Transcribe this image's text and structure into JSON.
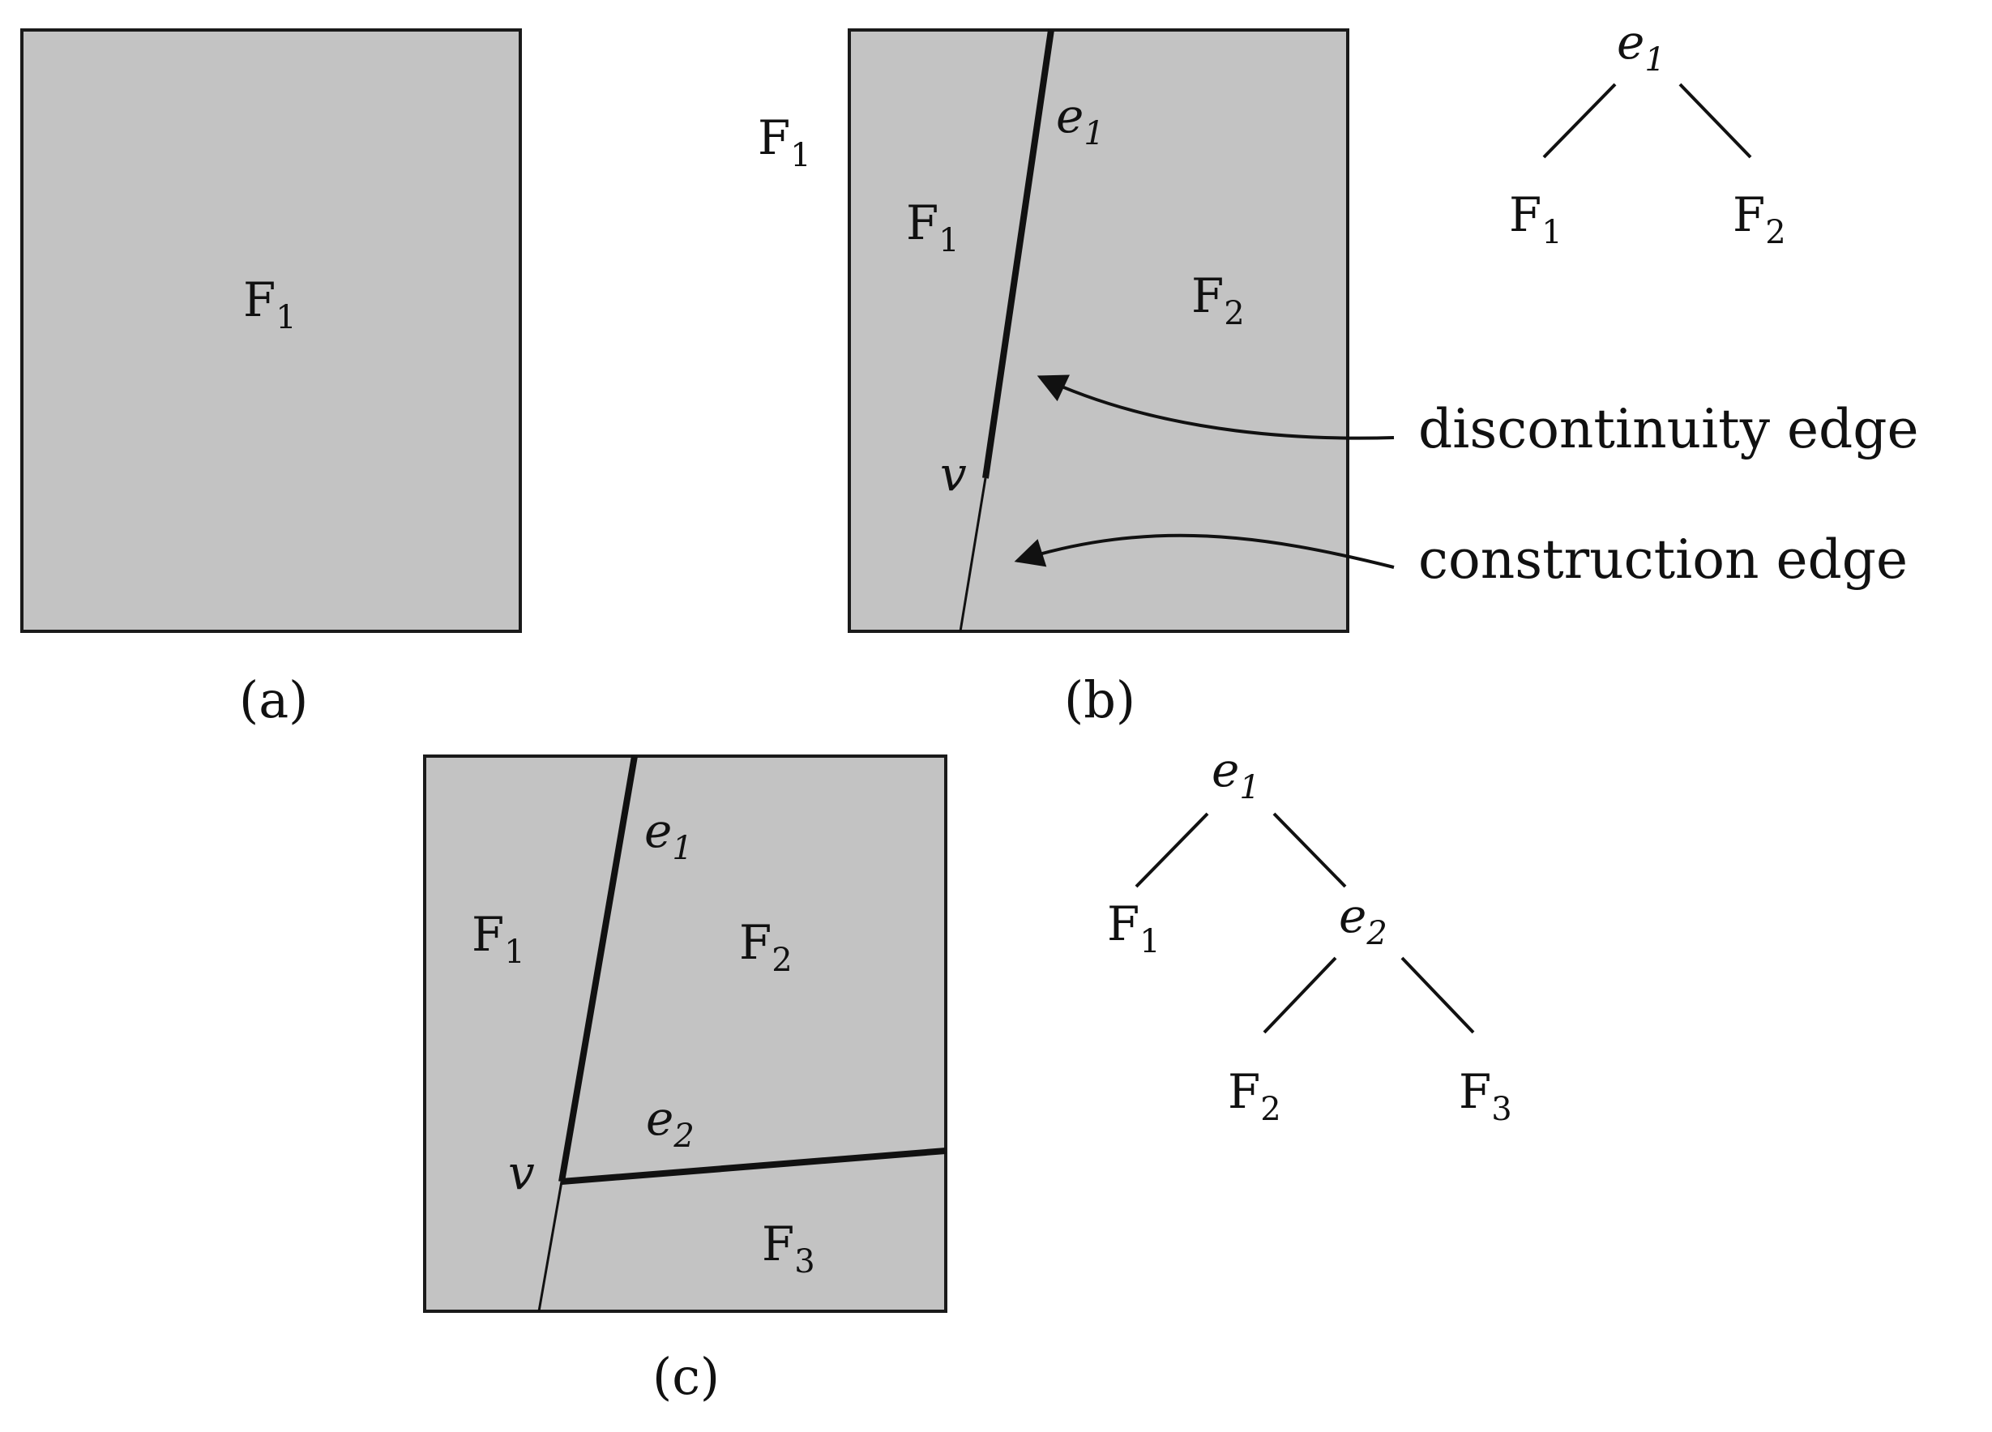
{
  "colors": {
    "panel_fill": "#c3c3c3",
    "stroke": "#1a1a1a",
    "background": "#ffffff"
  },
  "panel_a": {
    "face": {
      "base": "F",
      "sub": "1"
    },
    "caption": "(a)"
  },
  "panel_b": {
    "outside_face": {
      "base": "F",
      "sub": "1"
    },
    "left_face": {
      "base": "F",
      "sub": "1"
    },
    "right_face": {
      "base": "F",
      "sub": "2"
    },
    "edge_label": {
      "base": "e",
      "sub": "1"
    },
    "vertex_label": "v",
    "caption": "(b)",
    "tree": {
      "root": {
        "base": "e",
        "sub": "1"
      },
      "left": {
        "base": "F",
        "sub": "1"
      },
      "right": {
        "base": "F",
        "sub": "2"
      }
    },
    "legend": {
      "discontinuity": "discontinuity edge",
      "construction": "construction edge"
    }
  },
  "panel_c": {
    "face_1": {
      "base": "F",
      "sub": "1"
    },
    "face_2": {
      "base": "F",
      "sub": "2"
    },
    "face_3": {
      "base": "F",
      "sub": "3"
    },
    "edge_1": {
      "base": "e",
      "sub": "1"
    },
    "edge_2": {
      "base": "e",
      "sub": "2"
    },
    "vertex_label": "v",
    "caption": "(c)",
    "tree": {
      "root": {
        "base": "e",
        "sub": "1"
      },
      "left": {
        "base": "F",
        "sub": "1"
      },
      "mid": {
        "base": "e",
        "sub": "2"
      },
      "leaf_left": {
        "base": "F",
        "sub": "2"
      },
      "leaf_right": {
        "base": "F",
        "sub": "3"
      }
    }
  }
}
